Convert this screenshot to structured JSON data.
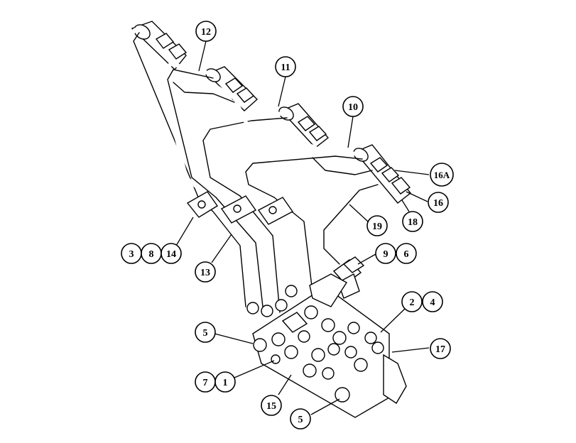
{
  "diagram": {
    "callouts": [
      {
        "id": "c12",
        "label": "12"
      },
      {
        "id": "c11",
        "label": "11"
      },
      {
        "id": "c10",
        "label": "10"
      },
      {
        "id": "c16a",
        "label": "16A"
      },
      {
        "id": "c16",
        "label": "16"
      },
      {
        "id": "c18",
        "label": "18"
      },
      {
        "id": "c19",
        "label": "19"
      },
      {
        "id": "c9",
        "label": "9"
      },
      {
        "id": "c6",
        "label": "6"
      },
      {
        "id": "c3",
        "label": "3"
      },
      {
        "id": "c8",
        "label": "8"
      },
      {
        "id": "c14",
        "label": "14"
      },
      {
        "id": "c13",
        "label": "13"
      },
      {
        "id": "c2",
        "label": "2"
      },
      {
        "id": "c4",
        "label": "4"
      },
      {
        "id": "c17",
        "label": "17"
      },
      {
        "id": "c5a",
        "label": "5"
      },
      {
        "id": "c7",
        "label": "7"
      },
      {
        "id": "c1",
        "label": "1"
      },
      {
        "id": "c15",
        "label": "15"
      },
      {
        "id": "c5b",
        "label": "5"
      }
    ]
  }
}
